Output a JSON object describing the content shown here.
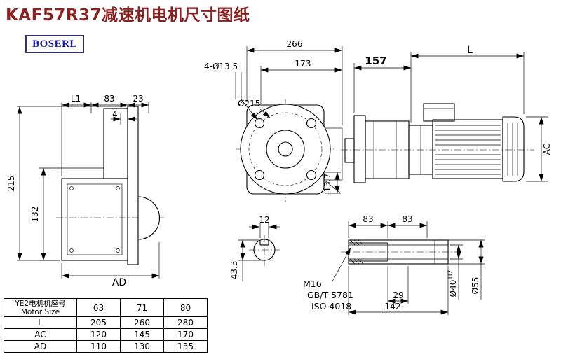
{
  "title": "KAF57R37减速机电机尺寸图纸",
  "logo": "BOSERL",
  "colors": {
    "title_text": "#8b2121",
    "logo_text": "#1616b6",
    "logo_border": "#2e2e6e",
    "drawing_line": "#000000",
    "background": "#ffffff"
  },
  "front_view": {
    "w266": "266",
    "w173": "173",
    "holes": "4-Ø13.5",
    "flange": "Ø215",
    "h13_7": "13.7"
  },
  "side_view": {
    "d157": "157",
    "L": "L",
    "AC": "AC"
  },
  "left_view": {
    "L1": "L1",
    "d83": "83",
    "d23": "23",
    "d4": "4",
    "d215": "215",
    "d132": "132",
    "AD": "AD"
  },
  "section_view": {
    "d12": "12",
    "d43_3": "43.3"
  },
  "shaft_view": {
    "d83a": "83",
    "d83b": "83",
    "m16": "M16",
    "gb": "GB/T 5781",
    "iso": "ISO 4018",
    "d29": "29",
    "d142": "142",
    "d40": "Ø40",
    "d40tol": "H7",
    "d55": "Ø55"
  },
  "table": {
    "header_cn": "YE2电机机座号",
    "header_en": "Motor Size",
    "columns": [
      "63",
      "71",
      "80"
    ],
    "rows": [
      {
        "label": "L",
        "values": [
          "205",
          "260",
          "280"
        ]
      },
      {
        "label": "AC",
        "values": [
          "120",
          "145",
          "170"
        ]
      },
      {
        "label": "AD",
        "values": [
          "110",
          "130",
          "135"
        ]
      }
    ]
  }
}
